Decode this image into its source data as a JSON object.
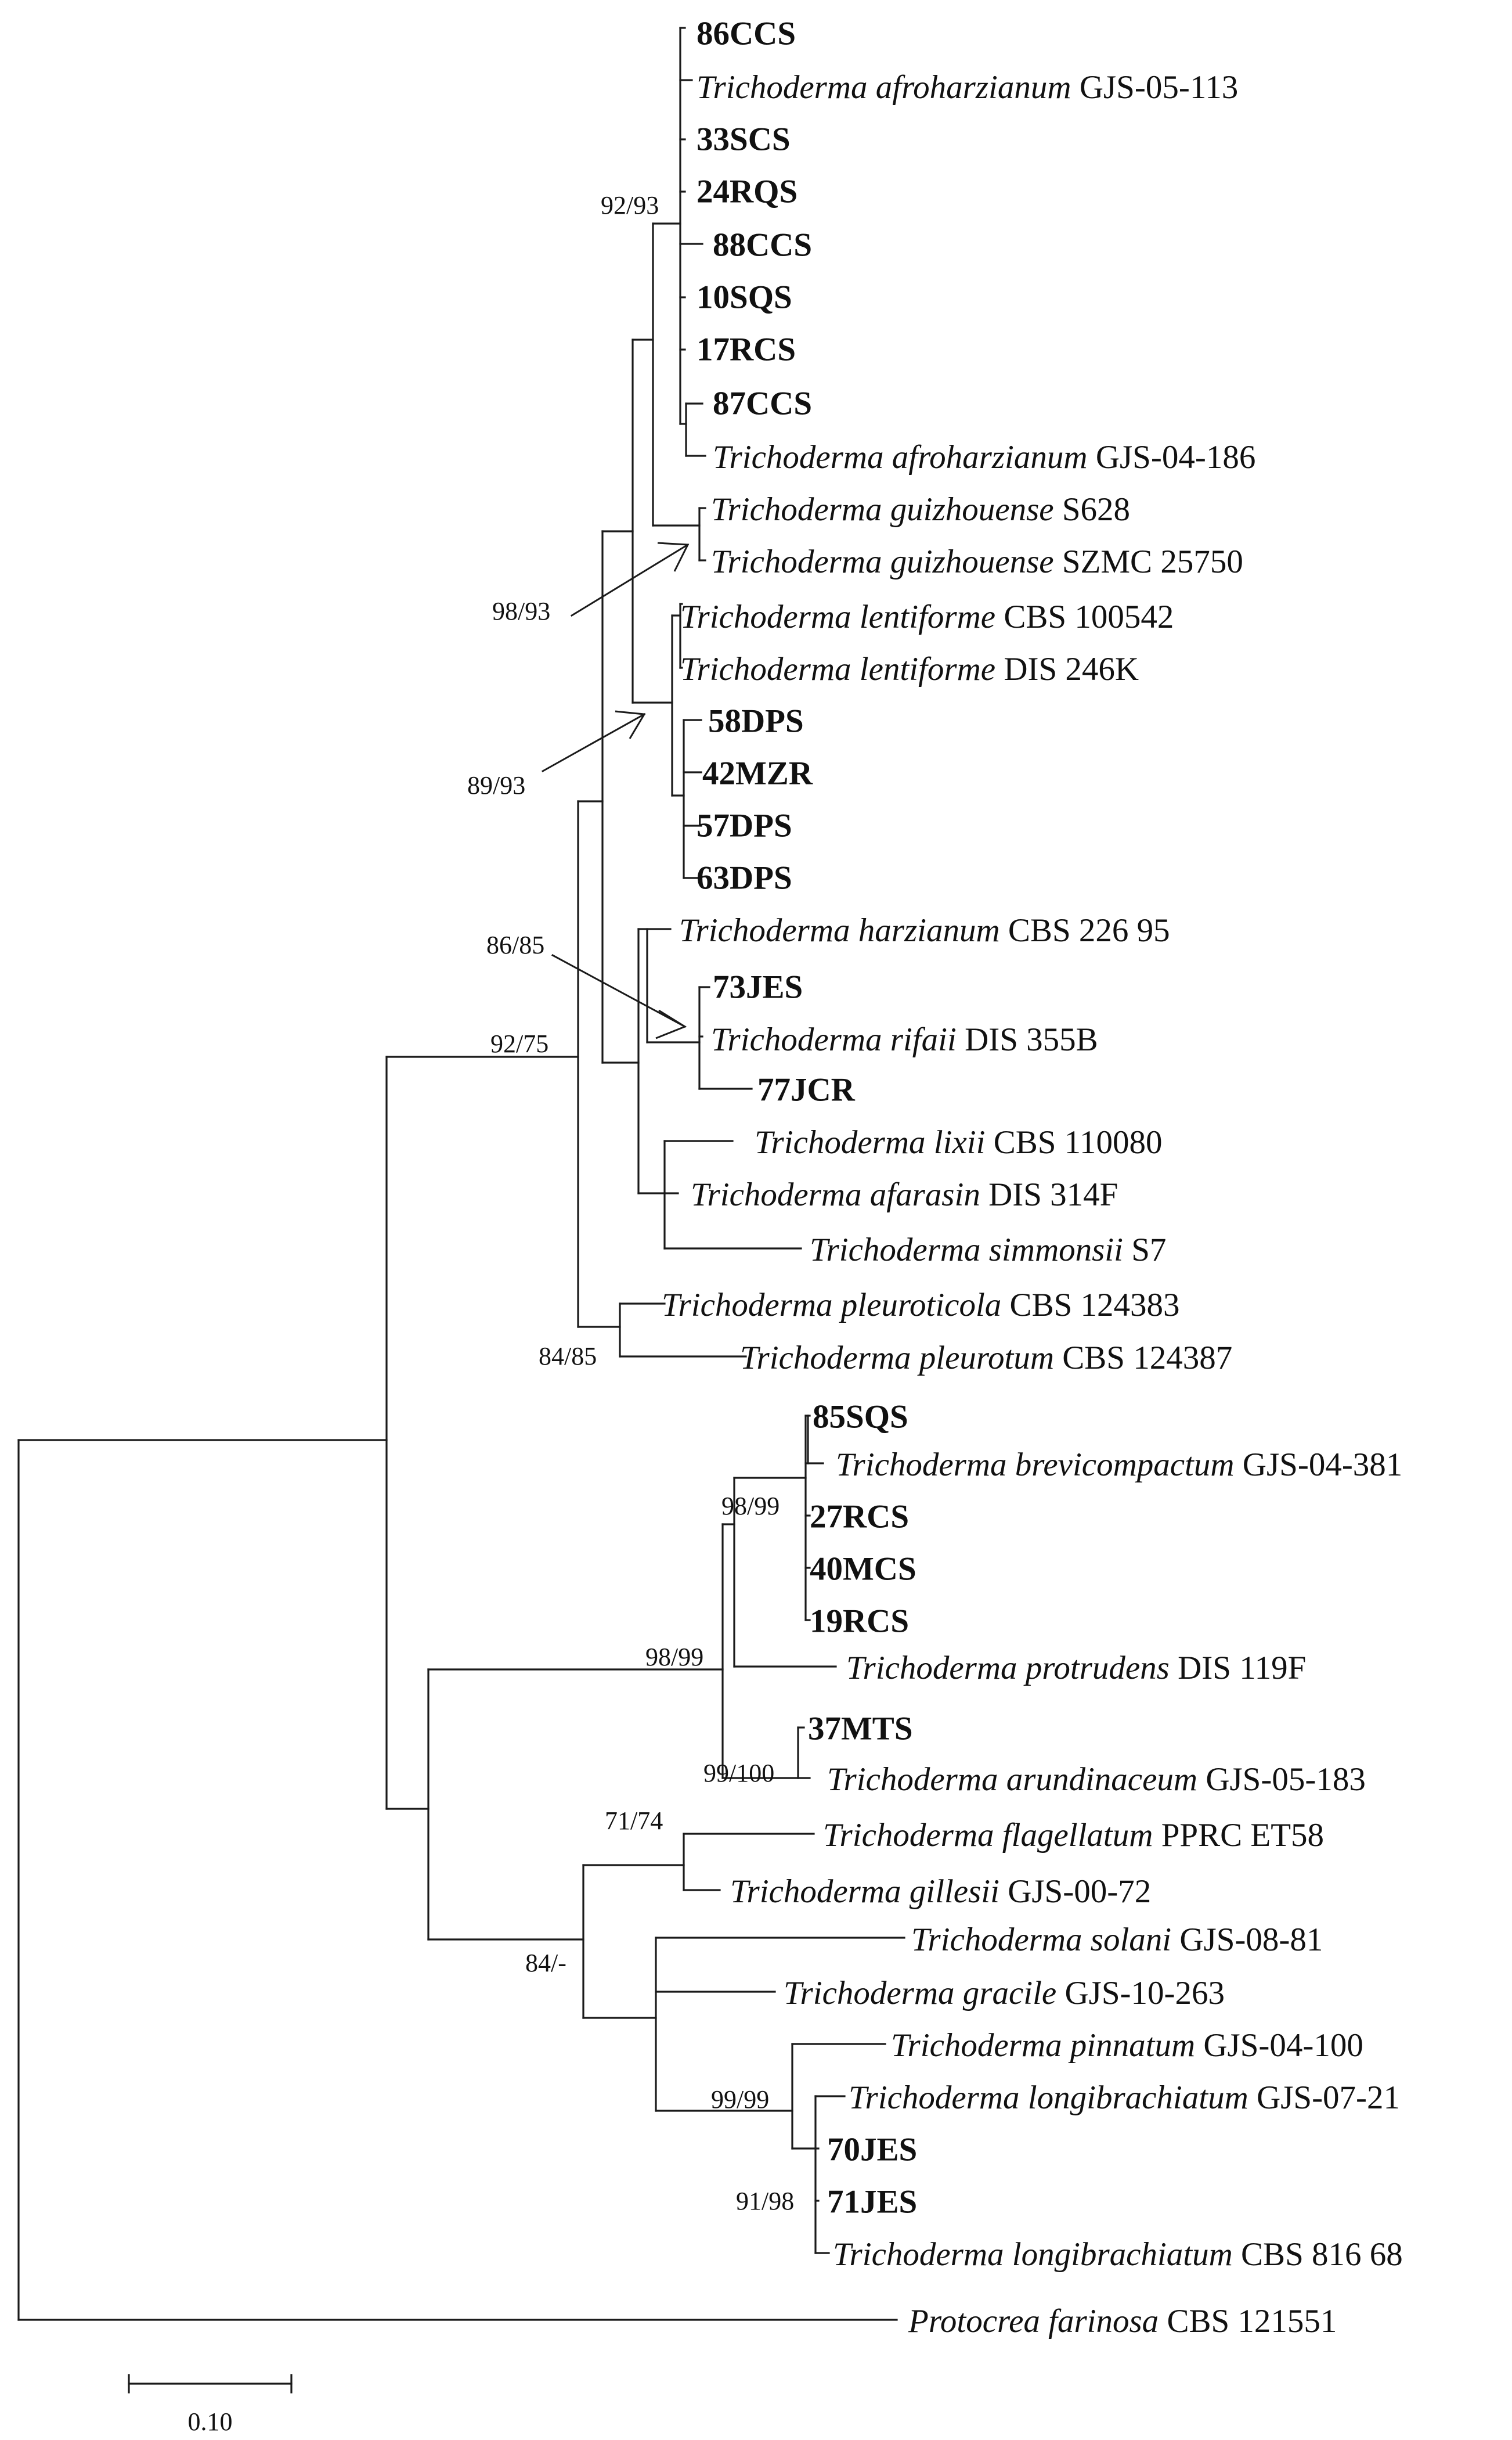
{
  "tips": [
    {
      "bold": "86CCS"
    },
    {
      "genus": "Trichoderma",
      "species": "afroharzianum",
      "strain": "GJS-05-113"
    },
    {
      "bold": "33SCS"
    },
    {
      "bold": "24RQS"
    },
    {
      "bold": "88CCS"
    },
    {
      "bold": "10SQS"
    },
    {
      "bold": "17RCS"
    },
    {
      "bold": "87CCS"
    },
    {
      "genus": "Trichoderma",
      "species": "afroharzianum",
      "strain": "GJS-04-186"
    },
    {
      "genus": "Trichoderma",
      "species": "guizhouense",
      "strain": "S628"
    },
    {
      "genus": "Trichoderma",
      "species": "guizhouense",
      "strain": "SZMC 25750"
    },
    {
      "genus": "Trichoderma",
      "species": "lentiforme",
      "strain": "CBS 100542"
    },
    {
      "genus": "Trichoderma",
      "species": "lentiforme",
      "strain": "DIS 246K"
    },
    {
      "bold": "58DPS"
    },
    {
      "bold": "42MZR"
    },
    {
      "bold": "57DPS"
    },
    {
      "bold": "63DPS"
    },
    {
      "genus": "Trichoderma",
      "species": "harzianum",
      "strain": "CBS 226 95"
    },
    {
      "bold": "73JES"
    },
    {
      "genus": "Trichoderma",
      "species": "rifaii",
      "strain": "DIS 355B"
    },
    {
      "bold": "77JCR"
    },
    {
      "genus": "Trichoderma",
      "species": "lixii",
      "strain": "CBS 110080"
    },
    {
      "genus": "Trichoderma",
      "species": "afarasin",
      "strain": "DIS 314F"
    },
    {
      "genus": "Trichoderma",
      "species": "simmonsii",
      "strain": "S7"
    },
    {
      "genus": "Trichoderma",
      "species": "pleuroticola",
      "strain": "CBS 124383"
    },
    {
      "genus": "Trichoderma",
      "species": "pleurotum",
      "strain": "CBS 124387"
    },
    {
      "bold": "85SQS"
    },
    {
      "genus": "Trichoderma",
      "species": "brevicompactum",
      "strain": "GJS-04-381"
    },
    {
      "bold": "27RCS"
    },
    {
      "bold": "40MCS"
    },
    {
      "bold": "19RCS"
    },
    {
      "genus": "Trichoderma",
      "species": "protrudens",
      "strain": "DIS 119F"
    },
    {
      "bold": "37MTS"
    },
    {
      "genus": "Trichoderma",
      "species": "arundinaceum",
      "strain": "GJS-05-183"
    },
    {
      "genus": "Trichoderma",
      "species": "flagellatum",
      "strain": "PPRC ET58"
    },
    {
      "genus": "Trichoderma",
      "species": "gillesii",
      "strain": "GJS-00-72"
    },
    {
      "genus": "Trichoderma",
      "species": "solani",
      "strain": "GJS-08-81"
    },
    {
      "genus": "Trichoderma",
      "species": "gracile",
      "strain": "GJS-10-263"
    },
    {
      "genus": "Trichoderma",
      "species": "pinnatum",
      "strain": "GJS-04-100"
    },
    {
      "genus": "Trichoderma",
      "species": "longibrachiatum",
      "strain": "GJS-07-21"
    },
    {
      "bold": "70JES"
    },
    {
      "bold": "71JES"
    },
    {
      "genus": "Trichoderma",
      "species": "longibrachiatum",
      "strain": "CBS 816 68"
    },
    {
      "genus": "Protocrea",
      "species": "farinosa",
      "strain": "CBS 121551"
    }
  ],
  "support_values": [
    "92/93",
    "98/93",
    "89/93",
    "86/85",
    "92/75",
    "84/85",
    "98/99",
    "98/99",
    "99/100",
    "71/74",
    "84/-",
    "99/99",
    "91/98"
  ],
  "scale_bar": {
    "label": "0.10",
    "length": 0.1
  }
}
